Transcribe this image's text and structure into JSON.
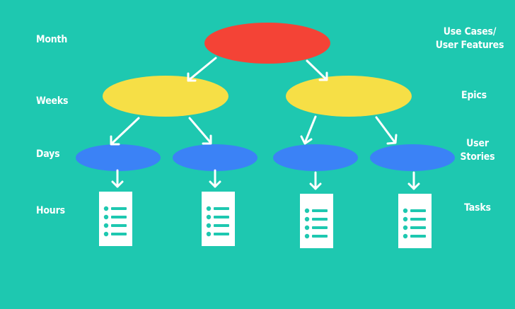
{
  "left_labels": {
    "month": "Month",
    "weeks": "Weeks",
    "days": "Days",
    "hours": "Hours"
  },
  "right_labels": {
    "use_cases": "Use Cases/\nUser Features",
    "epics": "Epics",
    "user_stories": "User\nStories",
    "tasks": "Tasks"
  },
  "colors": {
    "background": "#1ec8b0",
    "month_node": "#f44336",
    "week_node": "#f6df46",
    "day_node": "#3b82f6",
    "task_doc": "#ffffff",
    "task_lines": "#1ec8b0",
    "arrow": "#ffffff"
  },
  "icons": {
    "task": "document-list-icon",
    "connector": "arrow-down-icon"
  }
}
